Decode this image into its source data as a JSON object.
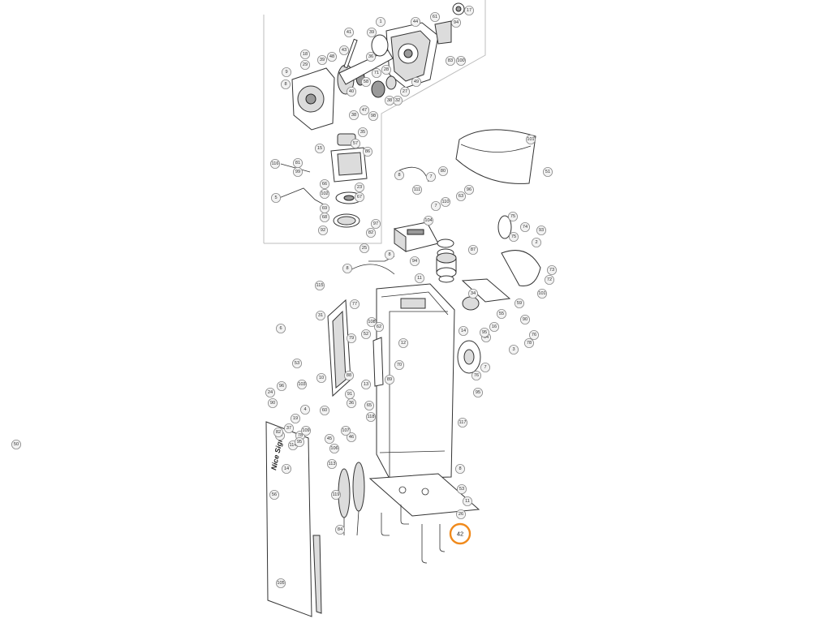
{
  "brand_text": "Nice Signo",
  "highlight": {
    "label": "42",
    "color": "#f08a1c"
  },
  "part_labels": [
    "17",
    "44",
    "61",
    "1",
    "39",
    "94",
    "41",
    "18",
    "29",
    "39",
    "48",
    "43",
    "36",
    "83",
    "100",
    "9",
    "71",
    "28",
    "49",
    "8",
    "40",
    "58",
    "27",
    "32",
    "38",
    "47",
    "98",
    "38",
    "35",
    "57",
    "15",
    "86",
    "81",
    "99",
    "116",
    "23",
    "67",
    "66",
    "102",
    "5",
    "69",
    "68",
    "92",
    "101",
    "51",
    "8",
    "80",
    "7",
    "111",
    "110",
    "63",
    "96",
    "7",
    "104",
    "97",
    "82",
    "25",
    "87",
    "94",
    "8",
    "75",
    "74",
    "75",
    "93",
    "2",
    "73",
    "72",
    "101",
    "11",
    "115",
    "8",
    "31",
    "77",
    "34",
    "59",
    "55",
    "6",
    "62",
    "108",
    "52",
    "79",
    "12",
    "53",
    "70",
    "89",
    "88",
    "10",
    "14",
    "64",
    "95",
    "16",
    "90",
    "76",
    "78",
    "3",
    "7",
    "76",
    "96",
    "103",
    "90",
    "24",
    "4",
    "13",
    "19",
    "91",
    "36",
    "65",
    "60",
    "95",
    "117",
    "118",
    "37",
    "54",
    "82",
    "78",
    "114",
    "109",
    "95",
    "45",
    "46",
    "106",
    "107",
    "14",
    "113",
    "8",
    "53",
    "11",
    "56",
    "119",
    "26",
    "84",
    "105",
    "50"
  ]
}
